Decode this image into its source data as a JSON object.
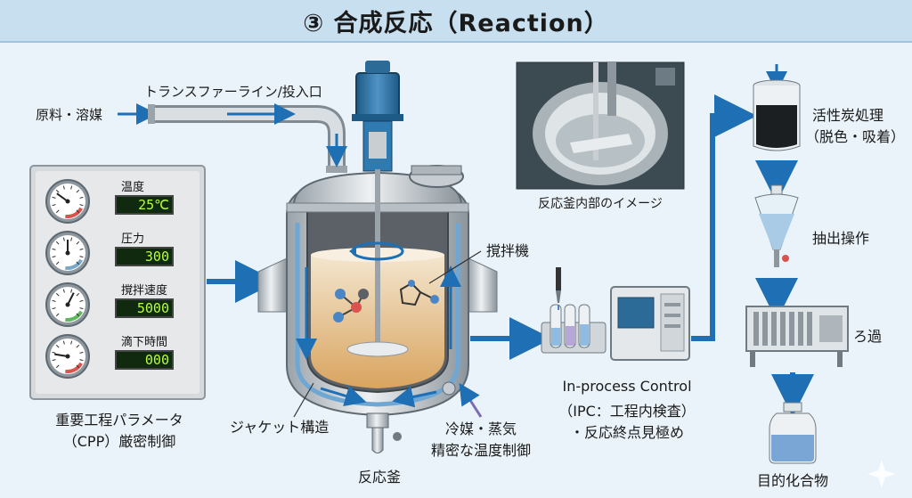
{
  "title": "③ 合成反応（Reaction）",
  "inputs": {
    "raw_materials": "原料・溶媒",
    "transfer_line": "トランスファーライン/投入口"
  },
  "cpp_panel": {
    "params": [
      {
        "label": "温度",
        "value": "25℃",
        "level": 0.3,
        "color": "#d9534f"
      },
      {
        "label": "圧力",
        "value": "300",
        "level": 0.5,
        "color": "#7aa6c8"
      },
      {
        "label": "撹拌速度",
        "value": "5000",
        "level": 0.6,
        "color": "#5cb85c"
      },
      {
        "label": "滴下時間",
        "value": "000",
        "level": 0.2,
        "color": "#d9534f"
      }
    ],
    "caption_line1": "重要工程パラメータ",
    "caption_line2": "（CPP）厳密制御"
  },
  "reactor": {
    "agitator_label": "撹拌機",
    "jacket_label": "ジャケット構造",
    "vessel_label": "反応釜",
    "coolant_line1": "冷媒・蒸気",
    "coolant_line2": "精密な温度制御"
  },
  "photo_caption": "反応釜内部のイメージ",
  "ipc": {
    "line1": "In-process Control",
    "line2": "（IPC：工程内検査）",
    "line3": "・反応終点見極め"
  },
  "downstream": {
    "steps": [
      "活性炭処理",
      "（脱色・吸着）",
      "抽出操作",
      "ろ過",
      "目的化合物"
    ]
  },
  "colors": {
    "arrow": "#1f6fb5",
    "title_bg": "#c8dff0",
    "panel": "#d7dadc",
    "lcd": "#0f2a0f",
    "lcd_text": "#b8ff3a"
  }
}
